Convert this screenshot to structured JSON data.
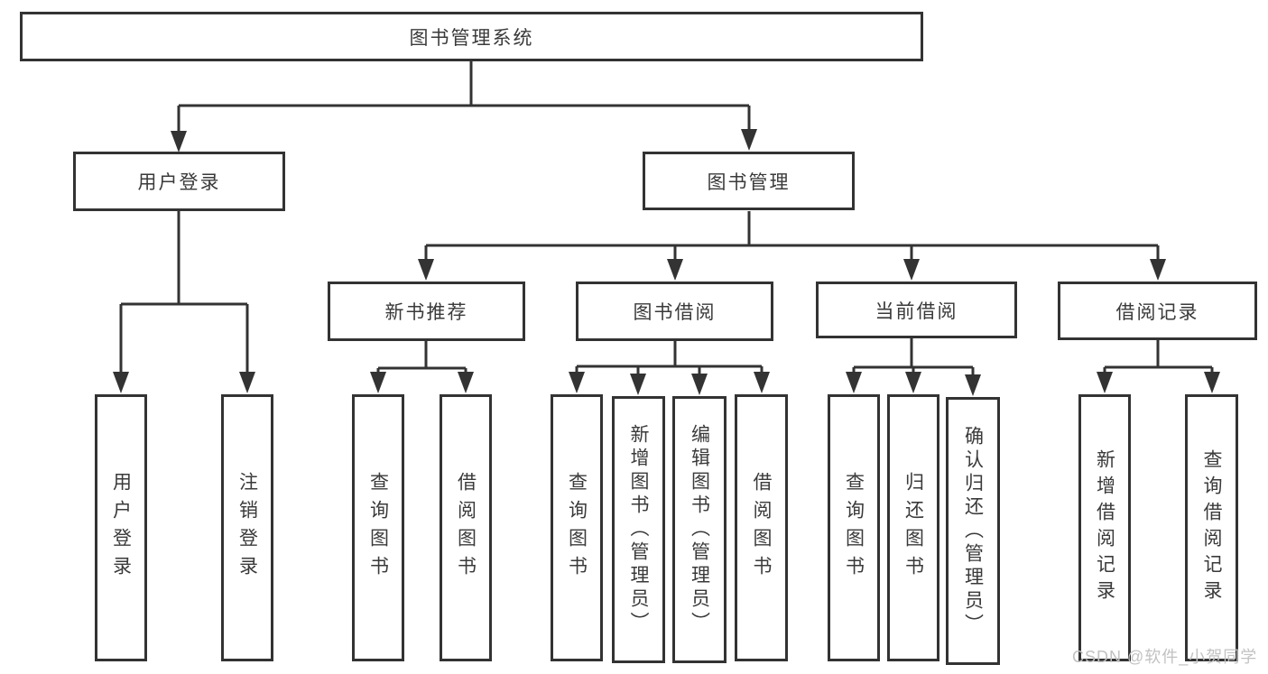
{
  "nodes": {
    "root": "图书管理系统",
    "user_login": "用户登录",
    "book_mgmt": "图书管理",
    "new_book_rec": "新书推荐",
    "book_borrow": "图书借阅",
    "current_borrow": "当前借阅",
    "borrow_record": "借阅记录",
    "leaf_user_login": "用户登录",
    "leaf_logout": "注销登录",
    "leaf_nb_query_book": "查询图书",
    "leaf_nb_borrow_book": "借阅图书",
    "leaf_bb_query_book": "查询图书",
    "leaf_bb_add_book": "新增图书（管理员）",
    "leaf_bb_edit_book": "编辑图书（管理员）",
    "leaf_bb_borrow_book": "借阅图书",
    "leaf_cb_query_book": "查询图书",
    "leaf_cb_return_book": "归还图书",
    "leaf_cb_confirm_return": "确认归还（管理员）",
    "leaf_br_add_record": "新增借阅记录",
    "leaf_br_query_record": "查询借阅记录"
  },
  "watermark": "CSDN @软件_小贺同学",
  "colors": {
    "line": "#333333",
    "text": "#3a3a3a",
    "watermark": "#c2c2c2",
    "background": "#ffffff"
  }
}
